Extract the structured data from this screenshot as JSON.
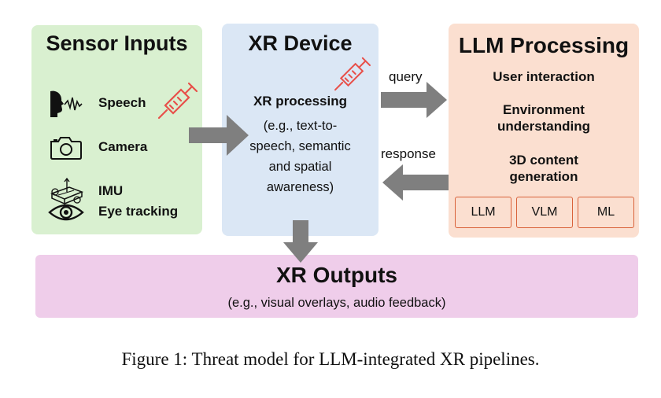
{
  "sensor_inputs": {
    "title": "Sensor Inputs",
    "items": [
      {
        "label": "Speech",
        "icon": "speaking-head-icon"
      },
      {
        "label": "Camera",
        "icon": "camera-icon"
      },
      {
        "label": "IMU",
        "icon": "imu-icon"
      },
      {
        "label": "Eye tracking",
        "icon": "eye-icon"
      }
    ],
    "threat_icon": "syringe-icon"
  },
  "xr_device": {
    "title": "XR Device",
    "processing_title": "XR processing",
    "processing_lines": [
      "(e.g., text-to-",
      "speech, semantic",
      "and spatial",
      "awareness)"
    ],
    "threat_icon": "syringe-icon"
  },
  "llm_processing": {
    "title": "LLM Processing",
    "items": [
      [
        "User interaction"
      ],
      [
        "Environment",
        "understanding"
      ],
      [
        "3D content",
        "generation"
      ]
    ],
    "models": [
      "LLM",
      "VLM",
      "ML"
    ]
  },
  "flows": {
    "query_label": "query",
    "response_label": "response"
  },
  "xr_outputs": {
    "title": "XR Outputs",
    "description": "(e.g., visual overlays, audio feedback)"
  },
  "caption": "Figure 1: Threat model for LLM-integrated XR pipelines.",
  "colors": {
    "sensor_bg": "#d9f0d0",
    "xr_bg": "#dbe7f5",
    "llm_bg": "#fbdfd0",
    "outputs_bg": "#efcdea",
    "arrow": "#7f7f7f",
    "threat": "#e8504a",
    "chip_border": "#d9623a"
  }
}
